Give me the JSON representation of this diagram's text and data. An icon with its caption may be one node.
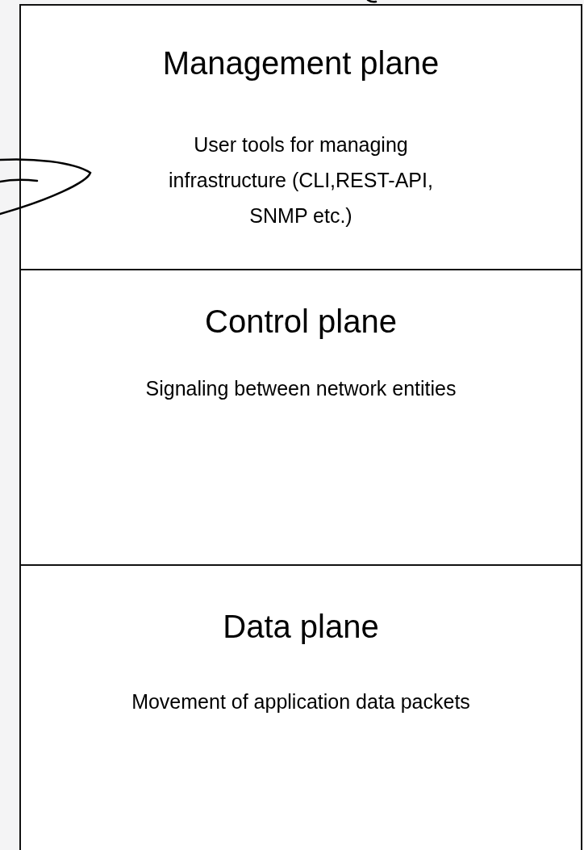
{
  "diagram": {
    "nodes": [
      {
        "text": [
          "Management plane",
          "User tools for managing infrastructure (CLI,REST-API, SNMP etc.)"
        ]
      },
      {
        "text": [
          "Control plane",
          "Signaling between network entities"
        ]
      },
      {
        "text": [
          "Data plane",
          "Movement of application data packets"
        ]
      }
    ]
  }
}
